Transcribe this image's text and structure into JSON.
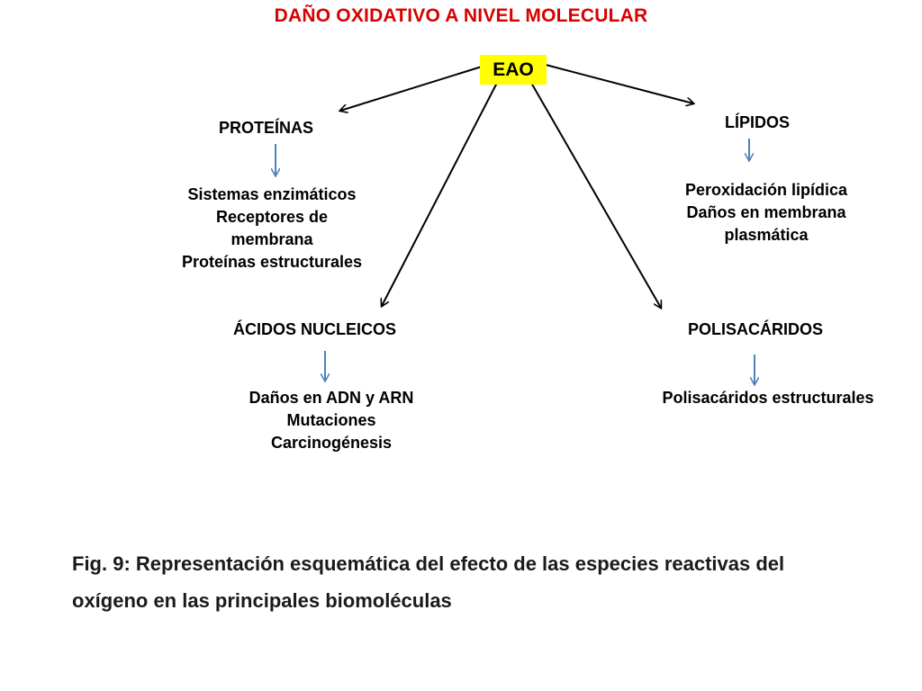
{
  "title": "DAÑO OXIDATIVO A NIVEL MOLECULAR",
  "center": "EAO",
  "branches": {
    "proteinas": {
      "label": "PROTEÍNAS",
      "effects": [
        "Sistemas enzimáticos",
        "Receptores de",
        "membrana",
        "Proteínas estructurales"
      ]
    },
    "lipidos": {
      "label": "LÍPIDOS",
      "effects": [
        "Peroxidación lipídica",
        "Daños en membrana",
        "plasmática"
      ]
    },
    "acidos": {
      "label": "ÁCIDOS NUCLEICOS",
      "effects": [
        "Daños en ADN y ARN",
        "Mutaciones",
        "Carcinogénesis"
      ]
    },
    "polisacaridos": {
      "label": "POLISACÁRIDOS",
      "effects": [
        "Polisacáridos estructurales"
      ]
    }
  },
  "caption": {
    "line1": "Fig. 9: Representación esquemática del efecto de las especies reactivas del",
    "line2": "oxígeno en las principales biomoléculas"
  },
  "colors": {
    "title": "#d90000",
    "center_fill": "#ffff00",
    "main_arrow": "#000000",
    "sub_arrow": "#4f81bd"
  }
}
